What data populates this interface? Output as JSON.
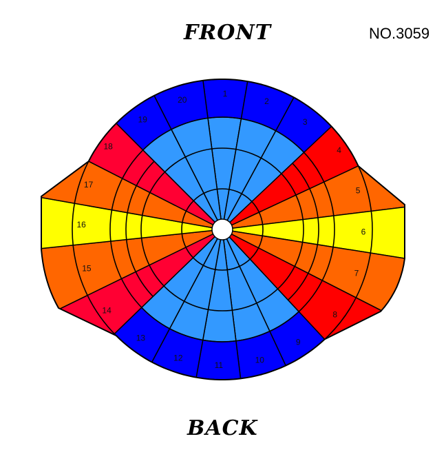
{
  "header": {
    "front": "FRONT",
    "back": "BACK",
    "number": "NO.3059"
  },
  "colors": {
    "dark_blue": "#0000ff",
    "light_blue": "#3399ff",
    "red": "#ff0000",
    "crimson": "#ff0033",
    "orange": "#ff6600",
    "yellow": "#ffff00",
    "outline": "#000000"
  },
  "sections": [
    {
      "label": "1",
      "color": "blue"
    },
    {
      "label": "2",
      "color": "blue"
    },
    {
      "label": "3",
      "color": "blue"
    },
    {
      "label": "4",
      "color": "red"
    },
    {
      "label": "5",
      "color": "orange"
    },
    {
      "label": "6",
      "color": "yellow"
    },
    {
      "label": "7",
      "color": "orange"
    },
    {
      "label": "8",
      "color": "red"
    },
    {
      "label": "9",
      "color": "blue"
    },
    {
      "label": "10",
      "color": "blue"
    },
    {
      "label": "11",
      "color": "blue"
    },
    {
      "label": "12",
      "color": "blue"
    },
    {
      "label": "13",
      "color": "blue"
    },
    {
      "label": "14",
      "color": "crimson"
    },
    {
      "label": "15",
      "color": "orange"
    },
    {
      "label": "16",
      "color": "yellow"
    },
    {
      "label": "17",
      "color": "orange"
    },
    {
      "label": "18",
      "color": "crimson"
    },
    {
      "label": "19",
      "color": "blue"
    },
    {
      "label": "20",
      "color": "blue"
    }
  ]
}
